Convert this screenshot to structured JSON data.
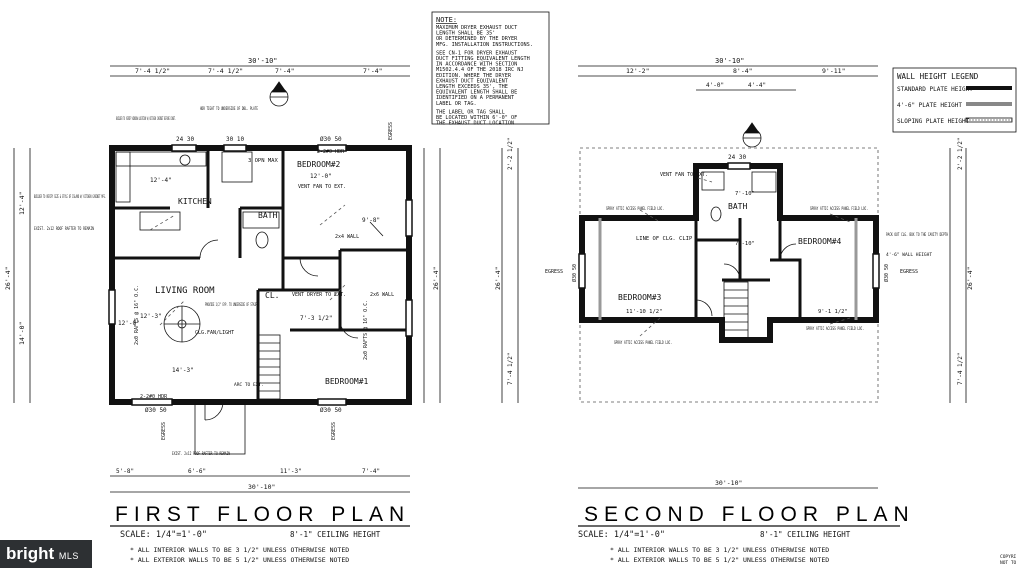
{
  "note": {
    "header": "NOTE:",
    "lines": [
      "MAXIMUM DRYER EXHAUST DUCT",
      "LENGTH SHALL BE 35'",
      "OR DETERMINED BY THE DRYER",
      "MFG. INSTALLATION INSTRUCTIONS.",
      "SEE CN-1 FOR DRYER EXHAUST",
      "DUCT FITTING EQUIVALENT LENGTH",
      "IN ACCORDANCE WITH SECTION",
      "M1502.4.4 OF THE 2018 IRC NJ",
      "EDITION. WHERE THE DRYER",
      "EXHAUST DUCT EQUIVALENT",
      "LENGTH EXCEEDS 35', THE",
      "EQUIVALENT LENGTH SHALL BE",
      "IDENTIFIED ON A PERMANENT",
      "LABEL OR TAG.",
      "THE LABEL OR TAG SHALL",
      "BE LOCATED WITHIN 6'-0\" OF",
      "THE EXHAUST DUCT LOCATION"
    ]
  },
  "legend": {
    "title": "WALL HEIGHT LEGEND",
    "items": [
      "STANDARD PLATE HEIGHT",
      "4'-6\" PLATE HEIGHT",
      "SLOPING PLATE HEIGHT"
    ]
  },
  "first_floor": {
    "title": "FIRST FLOOR PLAN",
    "scale": "SCALE: 1/4\"=1'-0\"",
    "ceiling": "8'-1\" CEILING HEIGHT",
    "notes": [
      "* ALL INTERIOR WALLS TO BE 3 1/2\" UNLESS OTHERWISE NOTED",
      "* ALL EXTERIOR WALLS TO BE 5 1/2\" UNLESS OTHERWISE NOTED"
    ],
    "overall_top": "30'-10\"",
    "overall_bottom": "30'-10\"",
    "top_dims": [
      "7'-4 1/2\"",
      "7'-4 1/2\"",
      "7'-4\"",
      "7'-4\""
    ],
    "bottom_dims": [
      "5'-8\"",
      "6'-6\"",
      "11'-3\"",
      "7'-4\""
    ],
    "left_dims": [
      "12'-4\"",
      "14'-0\""
    ],
    "left_total": "26'-4\"",
    "right_total": "26'-4\"",
    "rooms": [
      "BEDROOM#2",
      "KITCHEN",
      "BATH",
      "LIVING ROOM",
      "BEDROOM#1",
      "CL."
    ],
    "room_dims": [
      "12'-0\"",
      "12'-4\"",
      "14'-3\"",
      "9'-8\"",
      "7'-3 1/2\"",
      "12'-3\"",
      "12'-0\""
    ],
    "windows": [
      "24 30",
      "30 10",
      "Ø30 50",
      "2-2#0 HDR",
      "3 OPN MAX",
      "Ø30 50",
      "Ø30 50",
      "2-2#0 HDR"
    ],
    "annotations": [
      "BUILDER TO VERIFY WINDOW LOCATION W/ KITCHEN CABINET BEFORE CONST.",
      "HDR TIGHT TO UNDERSIDE OF DBL. PLATE",
      "BUILDER TO VERIFY SIZE & STYLE OF ISLAND W/ KITCHEN CABINET MFG.",
      "EXIST. 2x12 ROOF RAFTER TO REMAIN",
      "PROVIDE 1/2\" GYP. TO UNDERSIDE OF STAIR",
      "CLG.FAN/LIGHT",
      "VENT DRYER TO EXT.",
      "EXIST. 2x12 ROOF RAFTER TO REMAIN",
      "VENT FAN TO EXT.",
      "2x4 WALL",
      "2x6 WALL",
      "ARC TO EXT."
    ],
    "labels": [
      "EGRESS",
      "EGRESS",
      "EGRESS",
      "2x0 RAFTS @ 16\" O.C.",
      "2x0 RAFTS @ 16\" O.C."
    ]
  },
  "second_floor": {
    "title": "SECOND FLOOR PLAN",
    "scale": "SCALE: 1/4\"=1'-0\"",
    "ceiling": "8'-1\" CEILING HEIGHT",
    "notes": [
      "* ALL INTERIOR WALLS TO BE 3 1/2\" UNLESS OTHERWISE NOTED",
      "* ALL EXTERIOR WALLS TO BE 5 1/2\" UNLESS OTHERWISE NOTED"
    ],
    "overall_top": "30'-10\"",
    "overall_bottom": "30'-10\"",
    "top_dims": [
      "12'-2\"",
      "8'-4\"",
      "9'-11\""
    ],
    "sub_top_dims": [
      "4'-0\"",
      "4'-4\""
    ],
    "left_dims": [
      "2'-2 1/2\"",
      "26'-4\"",
      "7'-4 1/2\""
    ],
    "right_dims": [
      "2'-2 1/2\"",
      "26'-4\"",
      "7'-4 1/2\""
    ],
    "rooms": [
      "BATH",
      "BEDROOM#3",
      "BEDROOM#4",
      "LINE OF CLG. CLIP"
    ],
    "room_dims": [
      "7'-10\"",
      "7'-10\"",
      "11'-10 1/2\"",
      "9'-1 1/2\""
    ],
    "annotations": [
      "VENT FAN TO EXT.",
      "SPRAY ATTIC ACCESS PANEL FIELD LOC.",
      "SPRAY ATTIC ACCESS PANEL FIELD LOC.",
      "SPRAY ATTIC ACCESS PANEL FIELD LOC.",
      "SPRAY ATTIC ACCESS PANEL FIELD LOC.",
      "PACK OUT CLG. BOX TO THE CAVITY DEPTH",
      "4'-6\" WALL HEIGHT",
      "EGRESS",
      "EGRESS"
    ],
    "windows": [
      "24 30",
      "Ø30 50",
      "Ø30 50"
    ]
  },
  "copyright": [
    "COPYRI",
    "NOT TO"
  ],
  "watermark": {
    "brand": "bright",
    "suffix": "MLS"
  }
}
